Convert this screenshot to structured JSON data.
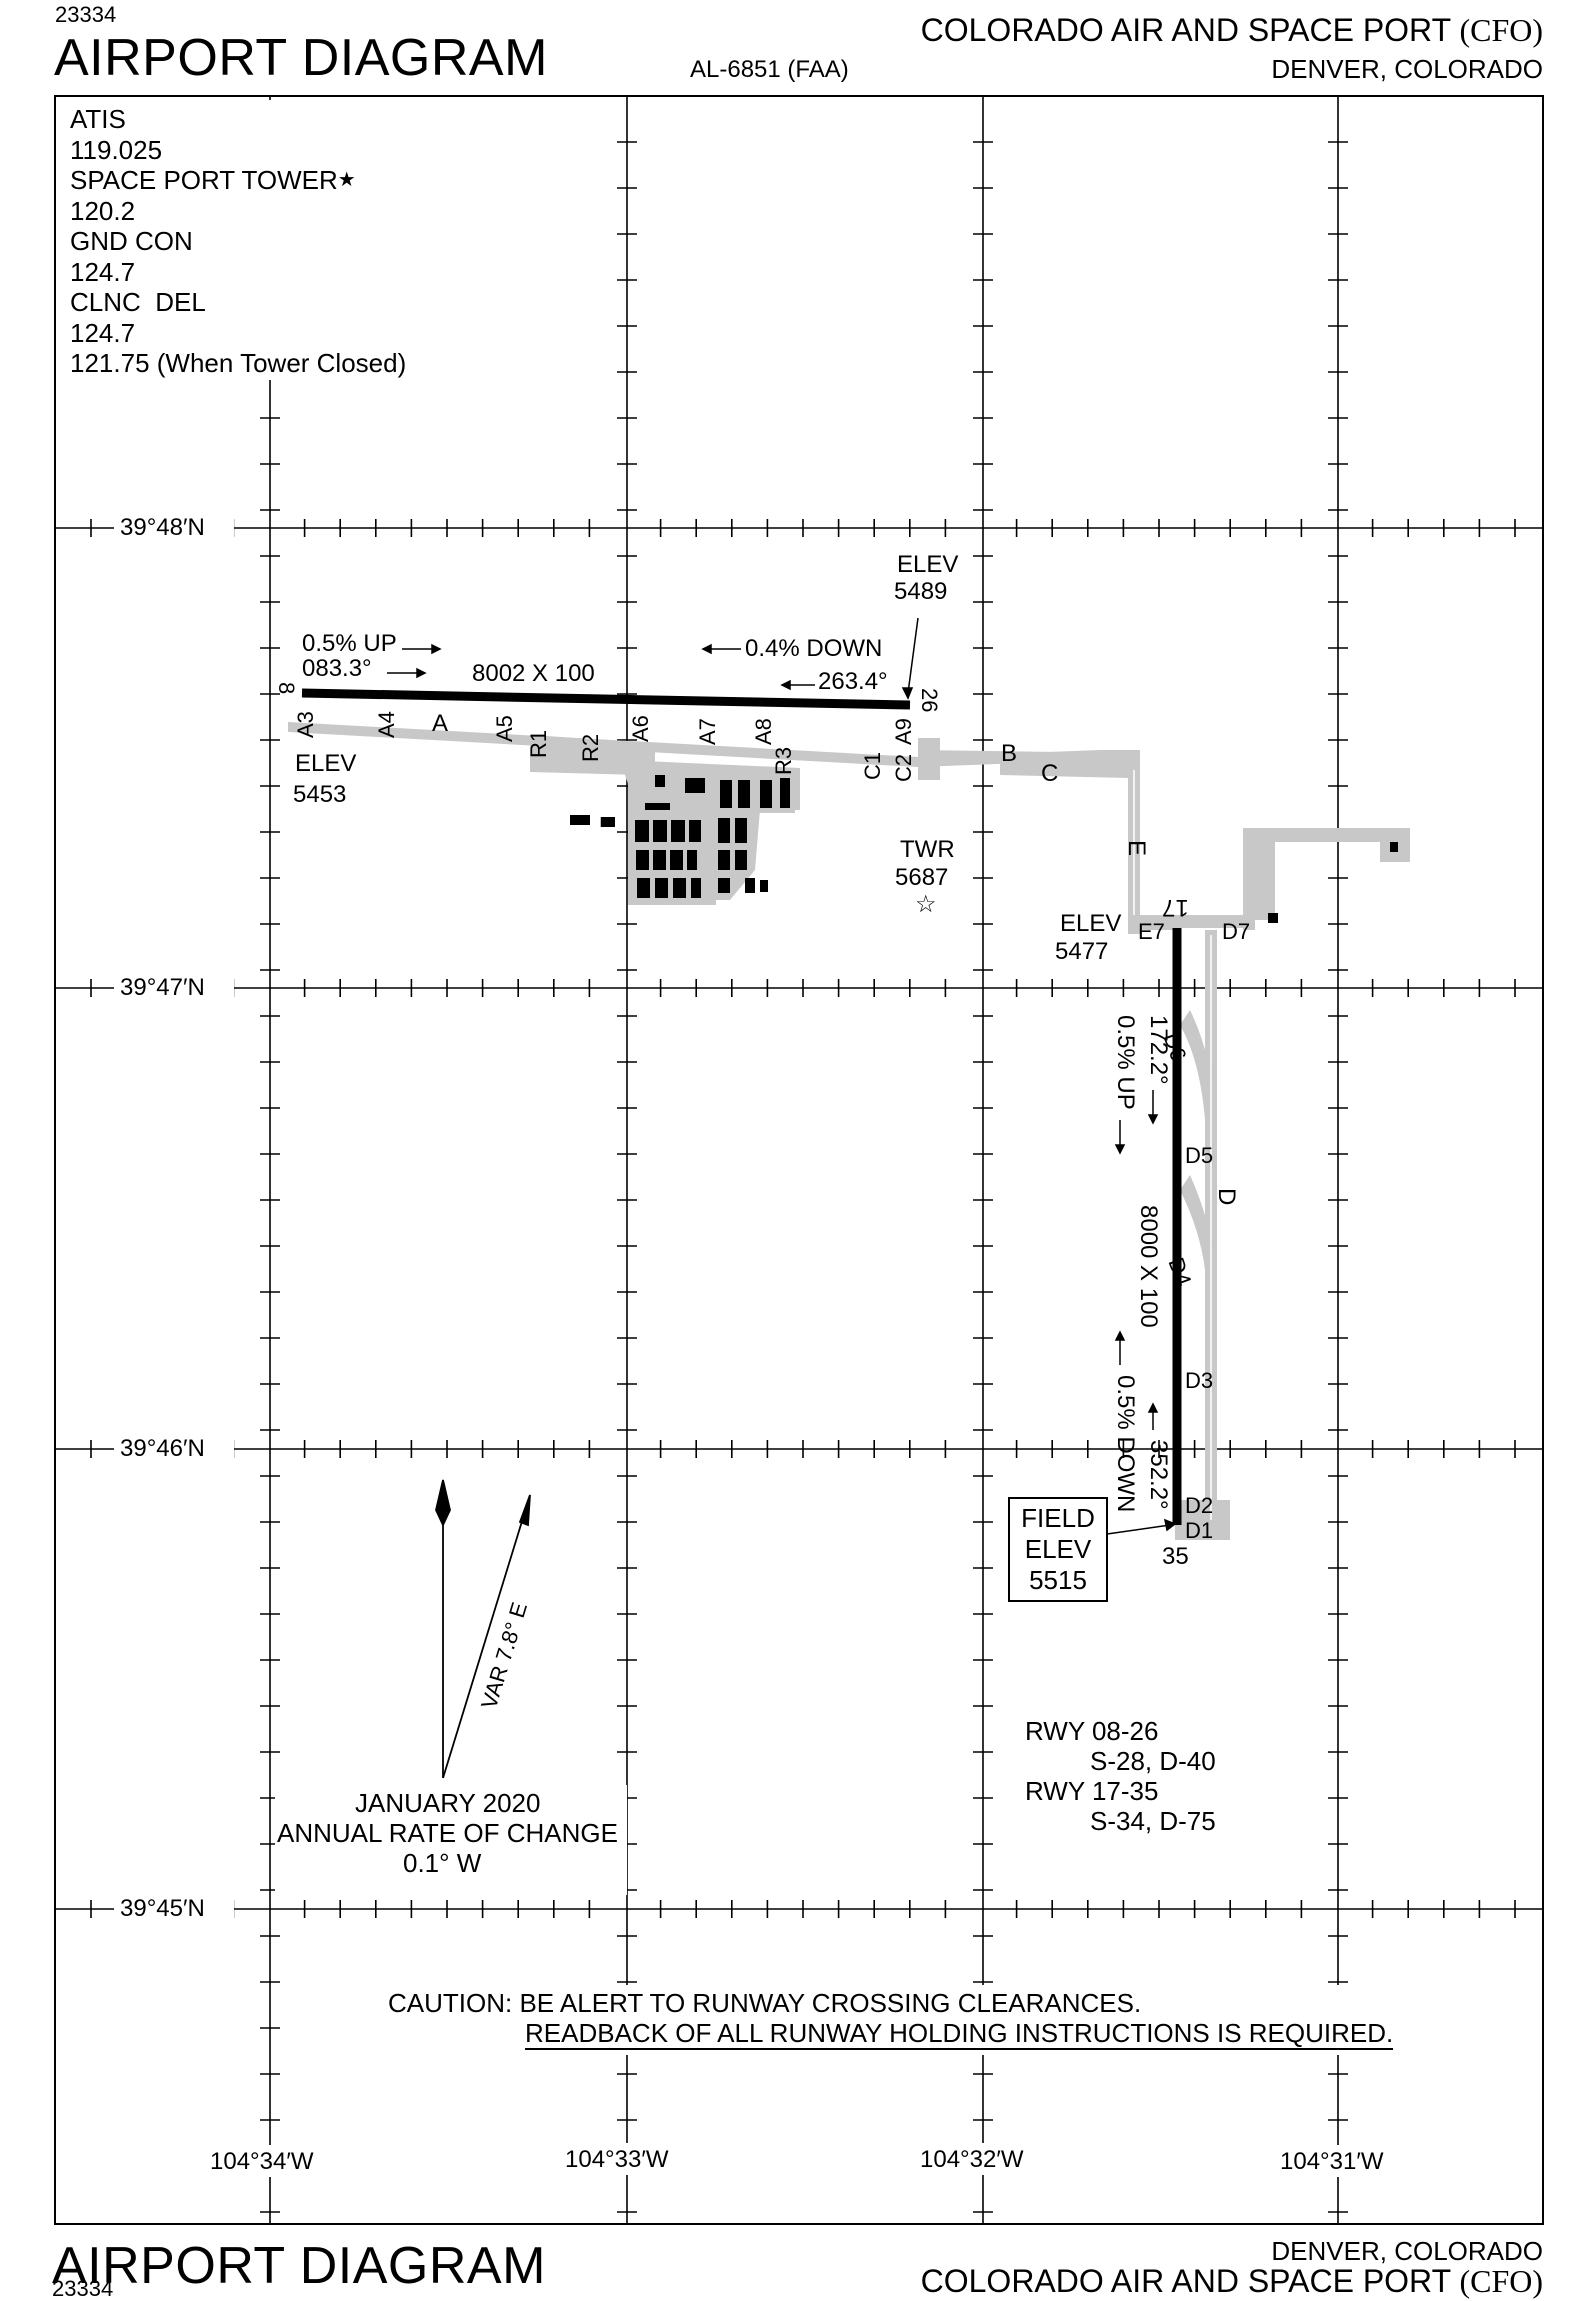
{
  "header": {
    "chart_number": "23334",
    "title": "AIRPORT DIAGRAM",
    "faa_code": "AL-6851 (FAA)",
    "airport_name": "COLORADO AIR AND SPACE PORT",
    "airport_id": "(CFO)",
    "city": "DENVER, COLORADO"
  },
  "comms": {
    "lines": [
      "ATIS",
      "119.025",
      "SPACE PORT TOWER",
      "120.2",
      "GND CON",
      "124.7",
      "CLNC  DEL",
      "124.7",
      "121.75 (When Tower Closed)"
    ],
    "tower_star": "★"
  },
  "grid": {
    "lat_labels": [
      "39°48′N",
      "39°47′N",
      "39°46′N",
      "39°45′N"
    ],
    "lon_labels": [
      "104°34′W",
      "104°33′W",
      "104°32′W",
      "104°31′W"
    ]
  },
  "runway_08_26": {
    "end_west": "8",
    "end_east": "26",
    "dimensions": "8002 X 100",
    "slope_west": "0.5% UP",
    "heading_west": "083.3°",
    "slope_east": "0.4% DOWN",
    "heading_east": "263.4°",
    "elev_west_label": "ELEV",
    "elev_west": "5453",
    "elev_east_label": "ELEV",
    "elev_east": "5489"
  },
  "runway_17_35": {
    "end_north": "17",
    "end_south": "35",
    "dimensions": "8000 X 100",
    "heading_north": "172.2°",
    "slope_north": "0.5% UP",
    "heading_south": "352.2°",
    "slope_south": "0.5% DOWN",
    "elev_north_label": "ELEV",
    "elev_north": "5477",
    "field_elev_lines": [
      "FIELD",
      "ELEV",
      "5515"
    ]
  },
  "taxiways": {
    "labels": [
      "A3",
      "A4",
      "A",
      "A5",
      "R1",
      "R2",
      "A6",
      "A7",
      "A8",
      "R3",
      "C1",
      "C2",
      "A9",
      "B",
      "C",
      "E",
      "E7",
      "D7",
      "D6",
      "D5",
      "D",
      "D4",
      "D3",
      "D2",
      "D1"
    ]
  },
  "tower": {
    "label": "TWR",
    "elevation": "5687",
    "symbol": "☆"
  },
  "magnetic": {
    "variation": "VAR 7.8° E",
    "date": "JANUARY 2020",
    "rate_label": "ANNUAL RATE OF CHANGE",
    "rate": "0.1° W"
  },
  "strengths": {
    "lines": [
      "RWY 08-26",
      "S-28, D-40",
      "RWY 17-35",
      "S-34, D-75"
    ]
  },
  "caution": {
    "line1": "CAUTION: BE ALERT TO RUNWAY CROSSING CLEARANCES.",
    "line2": "READBACK OF ALL RUNWAY HOLDING INSTRUCTIONS IS REQUIRED."
  },
  "footer": {
    "title": "AIRPORT DIAGRAM",
    "chart_number": "23334",
    "city": "DENVER, COLORADO",
    "airport_name": "COLORADO AIR AND SPACE PORT",
    "airport_id": "(CFO)"
  },
  "colors": {
    "ink": "#000000",
    "taxiway_fill": "#c8c8c8",
    "paper": "#ffffff"
  }
}
